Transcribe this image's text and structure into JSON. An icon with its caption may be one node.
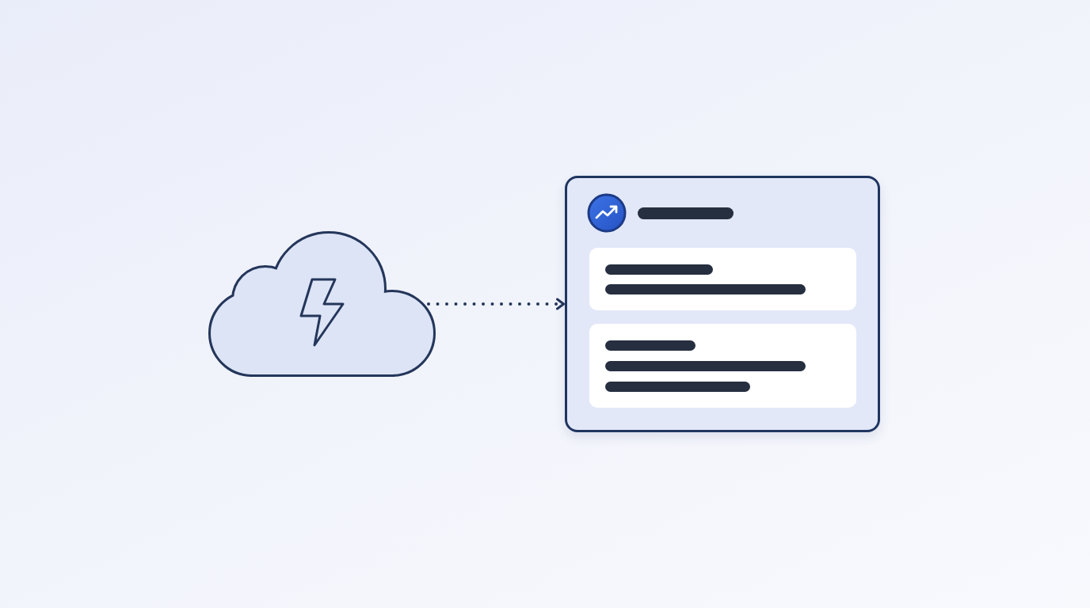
{
  "diagram": {
    "nodes": [
      {
        "text": [],
        "shape": "cloud"
      },
      {
        "text": [],
        "shape": "box"
      }
    ],
    "edges": [
      {
        "from": 0,
        "to": 1,
        "arrow": "to",
        "style": "dashed"
      }
    ]
  }
}
